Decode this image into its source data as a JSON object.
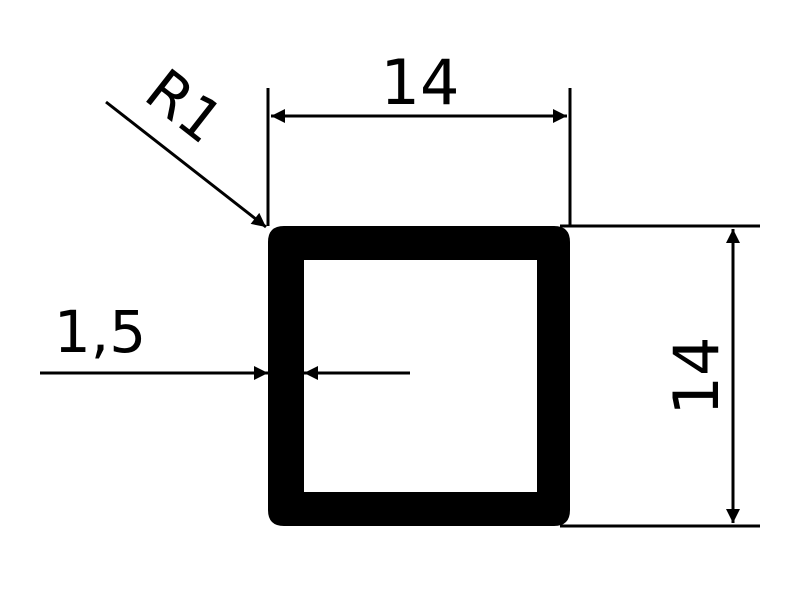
{
  "drawing": {
    "profile": "square-tube",
    "line_color": "#000000",
    "background": "#ffffff",
    "dimensions": {
      "width": {
        "label": "14"
      },
      "height": {
        "label": "14"
      },
      "wall_thickness": {
        "label": "1,5"
      },
      "corner_radius": {
        "label": "R1"
      }
    }
  }
}
